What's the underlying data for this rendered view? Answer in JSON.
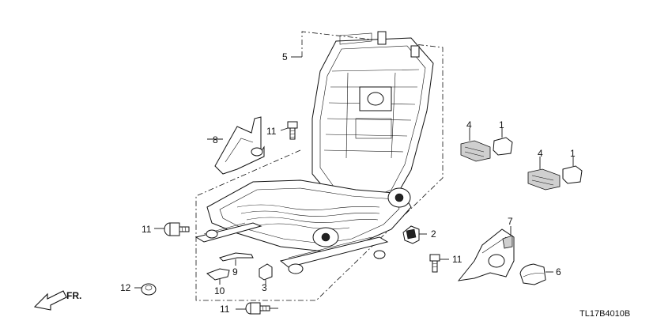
{
  "diagram": {
    "callouts": {
      "p1a": "1",
      "p1b": "1",
      "p2": "2",
      "p3": "3",
      "p4a": "4",
      "p4b": "4",
      "p5": "5",
      "p6": "6",
      "p7": "7",
      "p8": "8",
      "p9": "9",
      "p10": "10",
      "p11a": "11",
      "p11b": "11",
      "p11c": "11",
      "p11d": "11",
      "p12": "12"
    },
    "direction_label": "FR.",
    "diagram_code": "TL17B4010B"
  }
}
